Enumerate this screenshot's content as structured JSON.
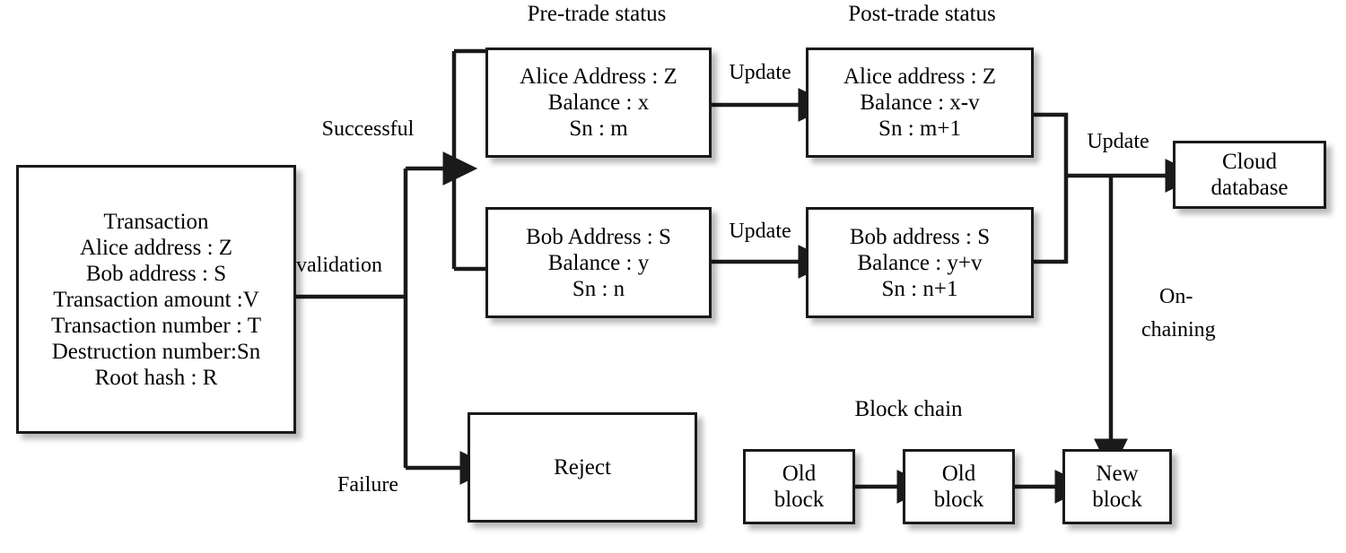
{
  "diagram": {
    "title_captions": {
      "pre_trade": "Pre-trade status",
      "post_trade": "Post-trade status",
      "block_chain": "Block chain"
    },
    "transaction": {
      "lines": [
        "Transaction",
        "Alice address : Z",
        "Bob address : S",
        "Transaction amount :V",
        "Transaction number : T",
        "Destruction number:Sn",
        "Root hash : R"
      ]
    },
    "pre_trade_alice": {
      "lines": [
        "Alice Address : Z",
        "Balance : x",
        "Sn : m"
      ]
    },
    "pre_trade_bob": {
      "lines": [
        "Bob Address : S",
        "Balance : y",
        "Sn : n"
      ]
    },
    "post_trade_alice": {
      "lines": [
        "Alice address : Z",
        "Balance : x-v",
        "Sn : m+1"
      ]
    },
    "post_trade_bob": {
      "lines": [
        "Bob address : S",
        "Balance : y+v",
        "Sn : n+1"
      ]
    },
    "cloud_database": {
      "lines": [
        "Cloud",
        "database"
      ]
    },
    "reject": {
      "lines": [
        "Reject"
      ]
    },
    "blocks": [
      {
        "lines": [
          "Old",
          "block"
        ]
      },
      {
        "lines": [
          "Old",
          "block"
        ]
      },
      {
        "lines": [
          "New",
          "block"
        ]
      }
    ],
    "edge_labels": {
      "validation": "validation",
      "successful": "Successful",
      "failure": "Failure",
      "update_alice": "Update",
      "update_bob": "Update",
      "update_cloud": "Update",
      "on_chaining_line1": "On-",
      "on_chaining_line2": "chaining"
    },
    "colors": {
      "stroke": "#1a1a1a",
      "fill": "#ffffff",
      "text": "#000000",
      "shadow": "rgba(0,0,0,0.28)"
    }
  }
}
